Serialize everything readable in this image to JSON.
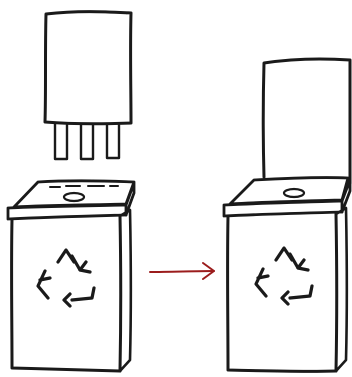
{
  "colors": {
    "ink": "#1a1a1a",
    "arrow": "#9b1c1c",
    "background": "#ffffff"
  },
  "icons": {
    "recycle": "recycle-icon",
    "arrow": "arrow-right-icon"
  },
  "stages": [
    {
      "name": "before-insert",
      "card_state": "detached",
      "bin_lid": "open-slot"
    },
    {
      "name": "after-insert",
      "card_state": "inserted",
      "bin_lid": "closed-slot"
    }
  ]
}
